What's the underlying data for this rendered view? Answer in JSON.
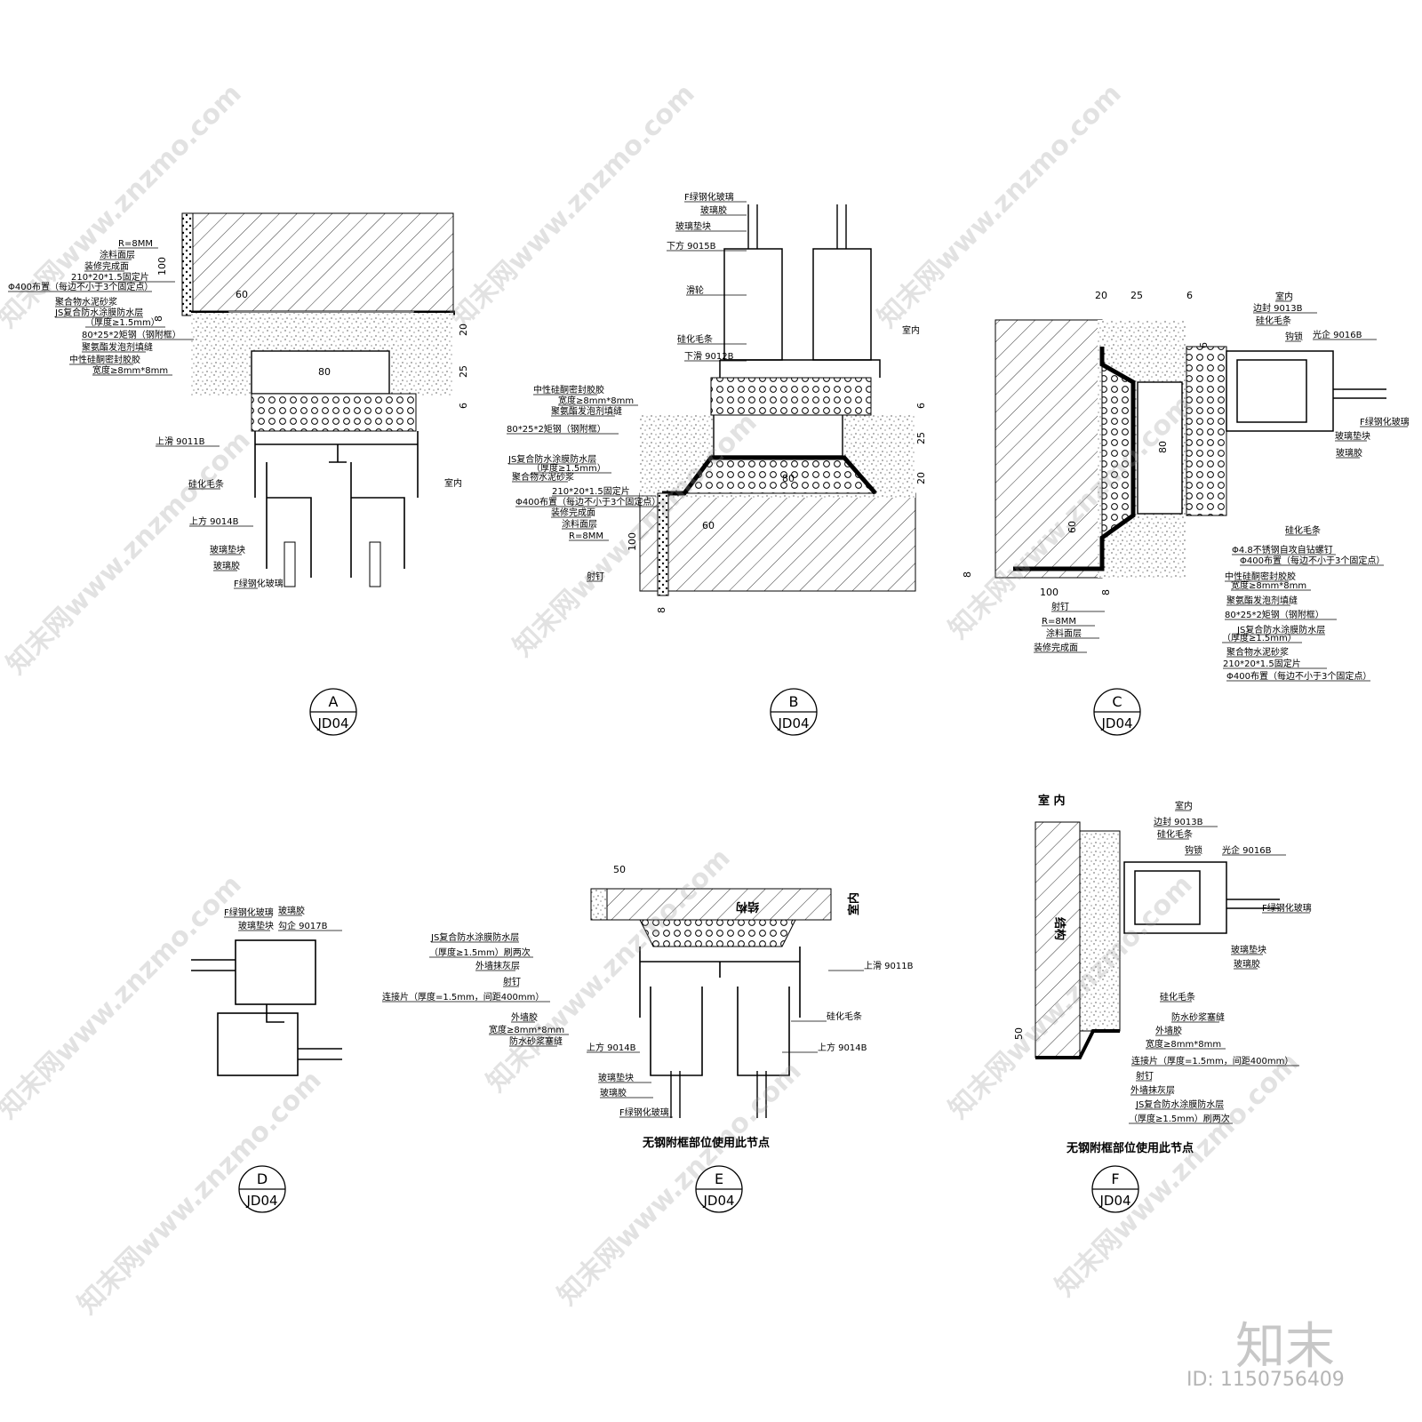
{
  "details": {
    "A": {
      "letter": "A",
      "code": "JD04",
      "labels": [
        "R=8MM",
        "涂料面层",
        "装修完成面",
        "210*20*1.5固定片",
        "Φ400布置（每边不小于3个固定点）",
        "聚合物水泥砂浆",
        "JS复合防水涂膜防水层",
        "（厚度≥1.5mm）",
        "80*25*2矩钢（钢附框）",
        "聚氨酯发泡剂填缝",
        "中性硅酮密封胶胶",
        "宽度≥8mm*8mm",
        "上滑 9011B",
        "硅化毛条",
        "上方 9014B",
        "玻璃垫块",
        "玻璃胶",
        "F绿钢化玻璃"
      ],
      "room": "室内",
      "dims": [
        "100",
        "60",
        "8",
        "20",
        "25",
        "80",
        "6"
      ]
    },
    "B": {
      "letter": "B",
      "code": "JD04",
      "labels_top": [
        "F绿钢化玻璃",
        "玻璃胶",
        "玻璃垫块",
        "下方 9015B",
        "滑轮",
        "硅化毛条",
        "下滑 9012B"
      ],
      "labels_left": [
        "中性硅酮密封胶胶",
        "宽度≥8mm*8mm",
        "聚氨酯发泡剂填缝",
        "80*25*2矩钢（钢附框）",
        "JS复合防水涂膜防水层",
        "（厚度≥1.5mm）",
        "聚合物水泥砂浆",
        "210*20*1.5固定片",
        "Φ400布置（每边不小于3个固定点）",
        "装修完成面",
        "涂料面层",
        "R=8MM",
        "射钉"
      ],
      "room": "室内",
      "dims": [
        "6",
        "25",
        "20",
        "80",
        "60",
        "100",
        "8"
      ]
    },
    "C": {
      "letter": "C",
      "code": "JD04",
      "labels_right": [
        "室内",
        "边封 9013B",
        "硅化毛条",
        "钩锁",
        "光企 9016B",
        "F绿钢化玻璃",
        "玻璃垫块",
        "玻璃胶",
        "硅化毛条",
        "Φ4.8不锈钢自攻自钻螺钉",
        "Φ400布置（每边不小于3个固定点）",
        "中性硅酮密封胶胶",
        "宽度≥8mm*8mm",
        "聚氨酯发泡剂填缝",
        "80*25*2矩钢（钢附框）",
        "JS复合防水涂膜防水层",
        "（厚度≥1.5mm）",
        "聚合物水泥砂浆",
        "210*20*1.5固定片",
        "Φ400布置（每边不小于3个固定点）"
      ],
      "labels_bottom": [
        "射钉",
        "R=8MM",
        "涂料面层",
        "装修完成面"
      ],
      "dims": [
        "20",
        "25",
        "6",
        "6",
        "80",
        "60",
        "8",
        "100",
        "8"
      ]
    },
    "D": {
      "letter": "D",
      "code": "JD04",
      "labels": [
        "F绿钢化玻璃",
        "玻璃垫块",
        "玻璃胶",
        "勾企 9017B"
      ]
    },
    "E": {
      "letter": "E",
      "code": "JD04",
      "caption": "无钢附框部位使用此节点",
      "labels_left": [
        "JS复合防水涂膜防水层",
        "（厚度≥1.5mm）刷两次",
        "外墙抹灰层",
        "射钉",
        "连接片（厚度=1.5mm，间距400mm）",
        "外墙胶",
        "宽度≥8mm*8mm",
        "防水砂浆塞缝"
      ],
      "labels_right": [
        "上滑 9011B",
        "硅化毛条",
        "上方 9014B"
      ],
      "labels_bottom": [
        "上方 9014B",
        "玻璃垫块",
        "玻璃胶",
        "F绿钢化玻璃"
      ],
      "structure": "结构",
      "room": "室内",
      "dims": [
        "50"
      ]
    },
    "F": {
      "letter": "F",
      "code": "JD04",
      "caption": "无钢附框部位使用此节点",
      "room_big": "室 内",
      "structure": "结构",
      "labels": [
        "室内",
        "边封 9013B",
        "硅化毛条",
        "钩锁",
        "光企 9016B",
        "F绿钢化玻璃",
        "玻璃垫块",
        "玻璃胶",
        "硅化毛条",
        "防水砂浆塞缝",
        "外墙胶",
        "宽度≥8mm*8mm",
        "连接片（厚度=1.5mm，间距400mm）",
        "射钉",
        "外墙抹灰层",
        "JS复合防水涂膜防水层",
        "（厚度≥1.5mm）刷两次"
      ],
      "dims": [
        "50"
      ]
    }
  },
  "watermark": {
    "text": "知末网www.znzmo.com",
    "logo": "知末",
    "id": "ID: 1150756409"
  }
}
